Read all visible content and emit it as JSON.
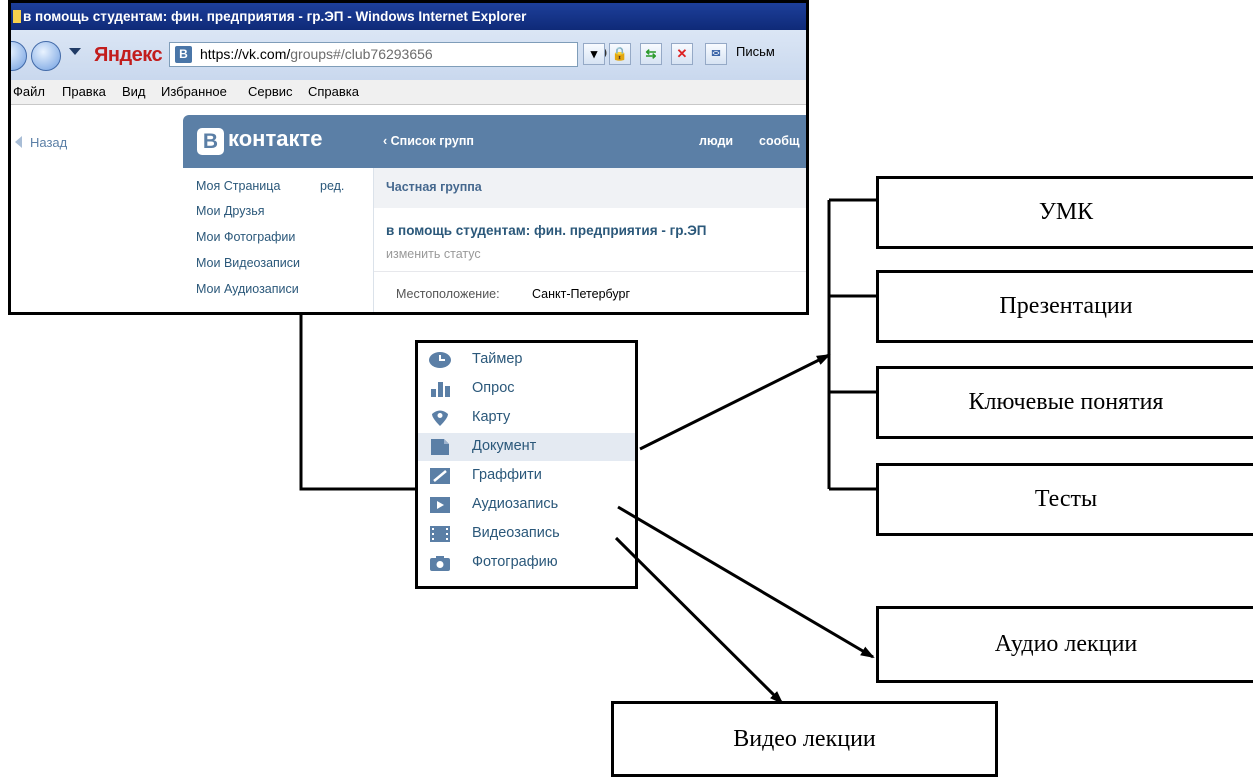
{
  "browser": {
    "window_title": "в помощь студентам: фин. предприятия - гр.ЭП - Windows Internet Explorer",
    "yandex_label": "Яндекс",
    "favicon_letter": "B",
    "url_host": "https://vk.com/",
    "url_path": "groups#/club76293656",
    "mail_tab": "Письм",
    "menu": [
      "Файл",
      "Правка",
      "Вид",
      "Избранное",
      "Сервис",
      "Справка"
    ]
  },
  "vk": {
    "back": "Назад",
    "logo_letter": "B",
    "logo_text": "контакте",
    "groups_link": "‹  Список групп",
    "people": "люди",
    "communities": "сообщ",
    "left_menu": [
      "Моя Страница",
      "Мои Друзья",
      "Мои Фотографии",
      "Мои Видеозаписи",
      "Мои Аудиозаписи"
    ],
    "edit": "ред.",
    "private_group": "Частная группа",
    "group_title": "в помощь студентам: фин. предприятия - гр.ЭП",
    "change_status": "изменить статус",
    "location_label": "Местоположение:",
    "location_value": "Санкт-Петербург"
  },
  "attach_menu": {
    "items": [
      {
        "label": "Таймер",
        "icon": "clock-icon"
      },
      {
        "label": "Опрос",
        "icon": "poll-icon"
      },
      {
        "label": "Карту",
        "icon": "map-pin-icon"
      },
      {
        "label": "Документ",
        "icon": "document-icon",
        "selected": true
      },
      {
        "label": "Граффити",
        "icon": "graffiti-icon"
      },
      {
        "label": "Аудиозапись",
        "icon": "audio-icon"
      },
      {
        "label": "Видеозапись",
        "icon": "video-icon"
      },
      {
        "label": "Фотографию",
        "icon": "camera-icon"
      }
    ]
  },
  "boxes": {
    "umk": "УМК",
    "presentations": "Презентации",
    "key_concepts": "Ключевые понятия",
    "tests": "Тесты",
    "audio_lectures": "Аудио лекции",
    "video_lectures": "Видео лекции"
  },
  "colors": {
    "vk_blue": "#5b7fa6",
    "vk_link": "#2b587a",
    "ie_title": "#1d3f9a"
  }
}
